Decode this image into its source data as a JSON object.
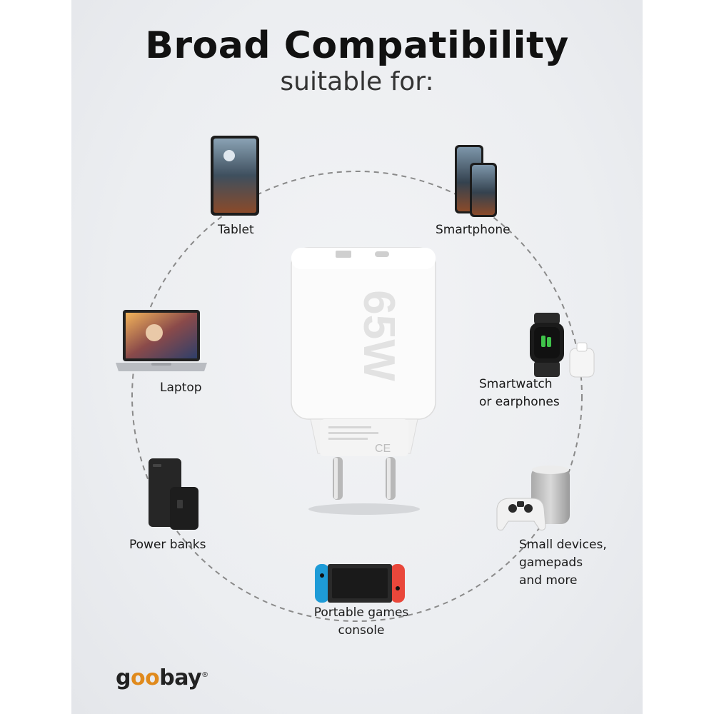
{
  "header": {
    "title": "Broad Compatibility",
    "subtitle": "suitable for:"
  },
  "devices": {
    "tablet": "Tablet",
    "smartphone": "Smartphone",
    "laptop": "Laptop",
    "smartwatch": "Smartwatch\nor earphones",
    "powerbanks": "Power banks",
    "small_devices": "Small devices,\ngamepads\nand more",
    "console": "Portable games\nconsole"
  },
  "charger": {
    "wattage": "65W",
    "ce_mark": "CE"
  },
  "brand": {
    "prefix": "g",
    "oo": "oo",
    "suffix": "bay",
    "registered": "®"
  },
  "colors": {
    "background": "#eceef1",
    "text": "#111111",
    "dash_circle": "#8a8a8a",
    "brand_accent": "#e08a1c",
    "switch_blue": "#1e9bd7",
    "switch_red": "#e9473b"
  }
}
